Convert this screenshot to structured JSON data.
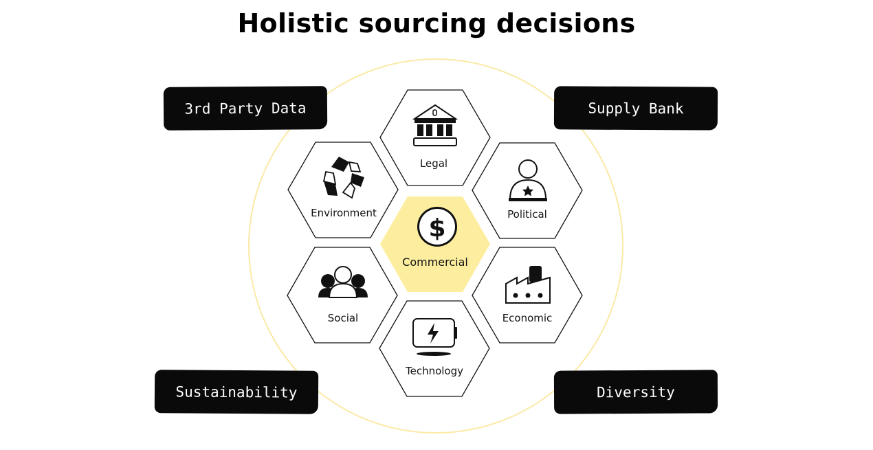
{
  "title": "Holistic sourcing decisions",
  "colors": {
    "highlight": "#fdee9f",
    "ring": "#fbe9a6",
    "tag_bg": "#0a0a0a"
  },
  "tags": {
    "top_left": "3rd Party Data",
    "top_right": "Supply Bank",
    "bottom_left": "Sustainability",
    "bottom_right": "Diversity"
  },
  "hexes": {
    "legal": {
      "label": "Legal",
      "icon": "courthouse-icon"
    },
    "environment": {
      "label": "Environment",
      "icon": "recycle-icon"
    },
    "political": {
      "label": "Political",
      "icon": "politician-icon"
    },
    "commercial": {
      "label": "Commercial",
      "icon": "dollar-icon"
    },
    "social": {
      "label": "Social",
      "icon": "people-icon"
    },
    "economic": {
      "label": "Economic",
      "icon": "factory-icon"
    },
    "technology": {
      "label": "Technology",
      "icon": "battery-icon"
    }
  }
}
